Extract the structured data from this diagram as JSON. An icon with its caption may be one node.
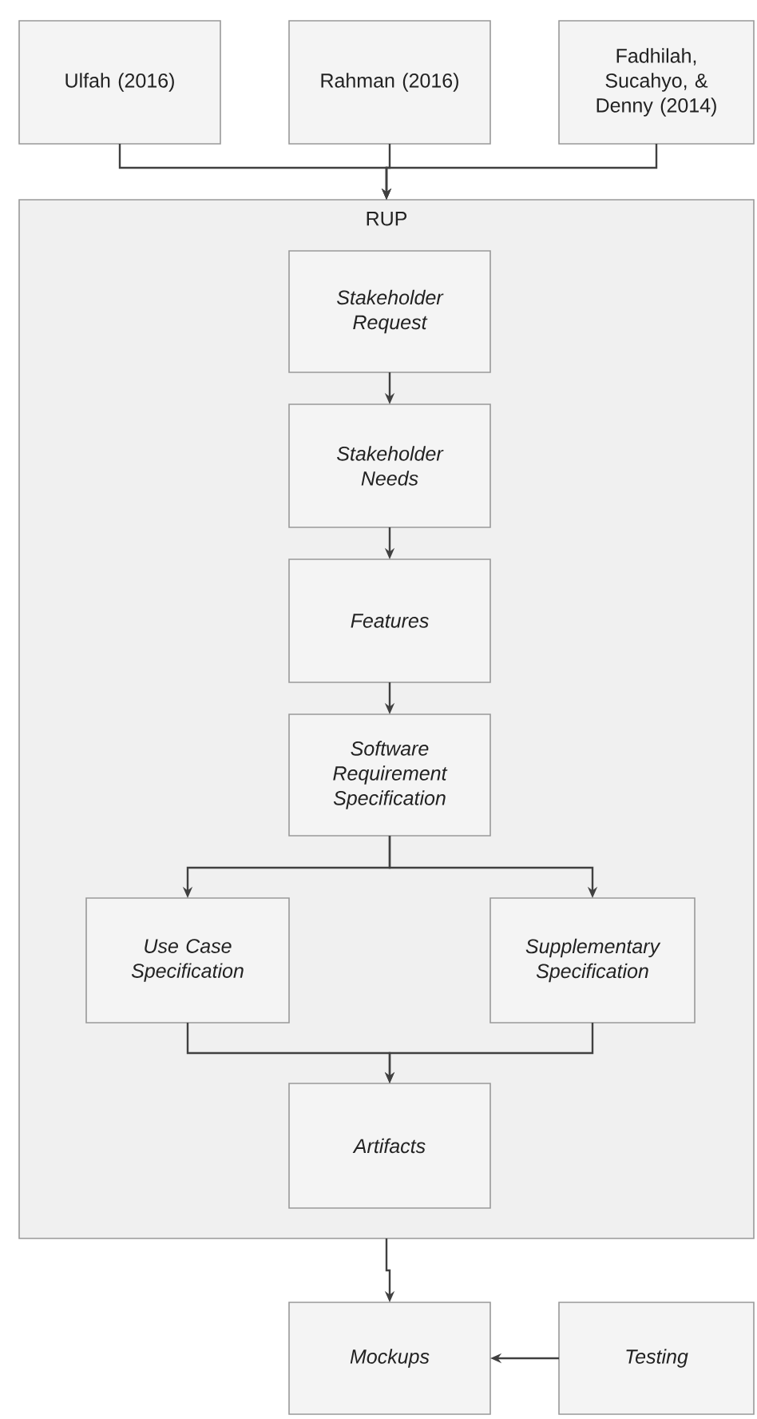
{
  "diagram": {
    "nodes": [
      {
        "text": [
          "Ulfah (2016)"
        ]
      },
      {
        "text": [
          "Rahman (2016)"
        ]
      },
      {
        "text": [
          "Fadhilah, Sucahyo, & Denny (2014)"
        ]
      },
      {
        "text": [
          "RUP"
        ]
      },
      {
        "text": [
          "Stakeholder Request"
        ],
        "in": 3
      },
      {
        "text": [
          "Stakeholder Needs"
        ],
        "in": 3
      },
      {
        "text": [
          "Features"
        ],
        "in": 3
      },
      {
        "text": [
          "Software Requirement Specification"
        ],
        "in": 3
      },
      {
        "text": [
          "Use Case Specification"
        ],
        "in": 3
      },
      {
        "text": [
          "Supplementary Specification"
        ],
        "in": 3
      },
      {
        "text": [
          "Artifacts"
        ],
        "in": 3
      },
      {
        "text": [
          "Mockups"
        ]
      },
      {
        "text": [
          "Testing"
        ]
      }
    ],
    "edges": [
      {
        "from": 0,
        "to": 3,
        "arrow": "to"
      },
      {
        "from": 1,
        "to": 3,
        "arrow": "to"
      },
      {
        "from": 2,
        "to": 3,
        "arrow": "to"
      },
      {
        "from": 4,
        "to": 5,
        "arrow": "to"
      },
      {
        "from": 5,
        "to": 6,
        "arrow": "to"
      },
      {
        "from": 6,
        "to": 7,
        "arrow": "to"
      },
      {
        "from": 7,
        "to": 8,
        "arrow": "to"
      },
      {
        "from": 7,
        "to": 9,
        "arrow": "to"
      },
      {
        "from": 8,
        "to": 10,
        "arrow": "to"
      },
      {
        "from": 9,
        "to": 10,
        "arrow": "to"
      },
      {
        "from": 3,
        "to": 11,
        "arrow": "to"
      },
      {
        "from": 12,
        "to": 11,
        "arrow": "to"
      }
    ]
  }
}
